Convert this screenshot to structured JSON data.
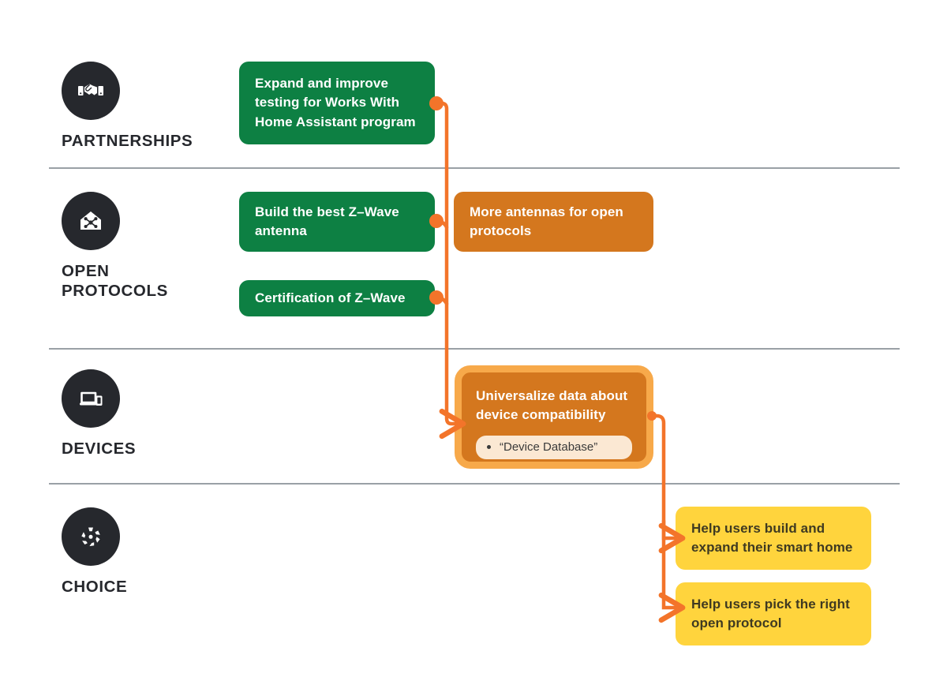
{
  "theme": {
    "green": "#0d8043",
    "orange": "#d4771e",
    "orange_ring": "#f7a94a",
    "yellow": "#ffd43d",
    "connector": "#f3742a",
    "dark": "#26282d",
    "divider": "#9aa0a6",
    "pill_bg": "#fbe8d3"
  },
  "categories": [
    {
      "id": "partnerships",
      "label": "PARTNERSHIPS",
      "icon": "handshake-icon"
    },
    {
      "id": "open-protocols",
      "label": "OPEN\nPROTOCOLS",
      "icon": "home-network-icon"
    },
    {
      "id": "devices",
      "label": "DEVICES",
      "icon": "devices-icon"
    },
    {
      "id": "choice",
      "label": "CHOICE",
      "icon": "choice-burst-icon"
    }
  ],
  "cards": {
    "partnerships_goal": "Expand and improve\ntesting for Works With\nHome Assistant program",
    "zwave_antenna": "Build the best Z–Wave\nantenna",
    "zwave_certification": "Certification of Z–Wave",
    "more_antennas": "More antennas for open\nprotocols",
    "universalize_data": "Universalize data about\ndevice compatibility",
    "device_database_pill": "“Device Database”",
    "build_expand_home": "Help users build and\nexpand their smart home",
    "pick_open_protocol": "Help users pick the right\nopen protocol"
  }
}
